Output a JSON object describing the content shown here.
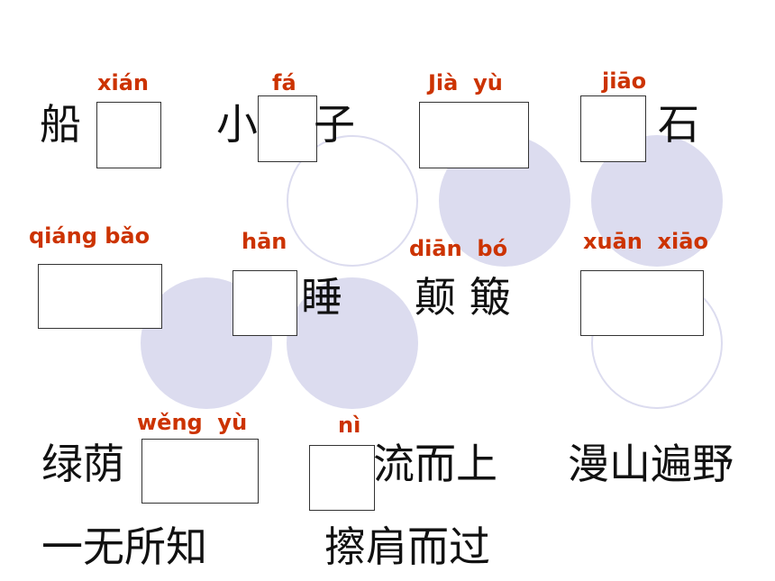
{
  "colors": {
    "pinyin": "#cc3300",
    "text": "#111111",
    "circle": "#dcdcef",
    "box_border": "#333333"
  },
  "row1": {
    "item1": {
      "pinyin": "xián",
      "before": "船"
    },
    "item2": {
      "pinyin": "fá",
      "before": "小",
      "after": "子"
    },
    "item3": {
      "pinyin": "Jià  yù"
    },
    "item4": {
      "pinyin": "jiāo",
      "after": "石"
    }
  },
  "row2": {
    "item1": {
      "pinyin": "qiáng bǎo"
    },
    "item2": {
      "pinyin": "hān",
      "after": "睡"
    },
    "item3": {
      "pinyin": "diān  bó",
      "text": "颠 簸"
    },
    "item4": {
      "pinyin": "xuān  xiāo"
    }
  },
  "row3": {
    "item1": {
      "pinyin": "wěng  yù",
      "before": "绿荫"
    },
    "item2": {
      "pinyin": "nì",
      "after": "流而上"
    },
    "item3": {
      "text": "漫山遍野"
    }
  },
  "row4": {
    "item1": {
      "text": "一无所知"
    },
    "item2": {
      "text": "擦肩而过"
    }
  }
}
